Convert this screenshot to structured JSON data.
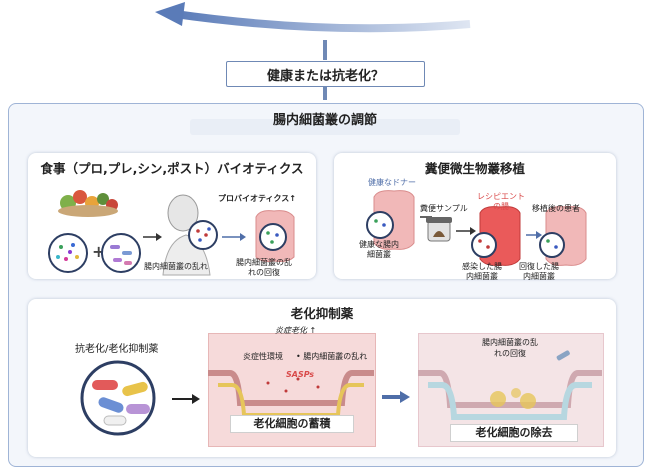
{
  "header": {
    "question": "健康または抗老化？"
  },
  "main": {
    "title": "腸内細菌叢の調節"
  },
  "diet": {
    "title": "食事（プロ,プレ,シン,ポスト）バイオティクス",
    "probiotics_label": "プロバイオティクス",
    "dysbiosis_label": "腸内細菌叢の乱れ",
    "recovery_label": "腸内細菌叢の乱れの回復"
  },
  "fmt": {
    "title": "糞便微生物叢移植",
    "donor_label": "健康なドナー",
    "healthy_flora_label": "健康な腸内細菌叢",
    "stool_sample_label": "糞便サンプル",
    "recipient_gut_label": "レシピエントの腸",
    "infected_flora_label": "感染した腸内細菌叢",
    "post_transplant_label": "移植後の患者",
    "recovered_flora_label": "回復した腸内細菌叢"
  },
  "senolytics": {
    "title": "老化抑制薬",
    "drug_label": "抗老化/老化抑制薬",
    "inflammaging_label": "炎症老化",
    "inflammatory_env_label": "炎症性環境",
    "dysbiosis_label": "腸内細菌叢の乱れ",
    "sasps_label": "SASPs",
    "accumulation_label": "老化細胞の蓄積",
    "recovery_label": "腸内細菌叢の乱れの回復",
    "removal_label": "老化細胞の除去"
  },
  "colors": {
    "border_blue": "#9fb4d6",
    "arrow_blue": "#4f6ea8",
    "accent_red": "#d94a4a",
    "gut_pink": "#e89a9a"
  }
}
